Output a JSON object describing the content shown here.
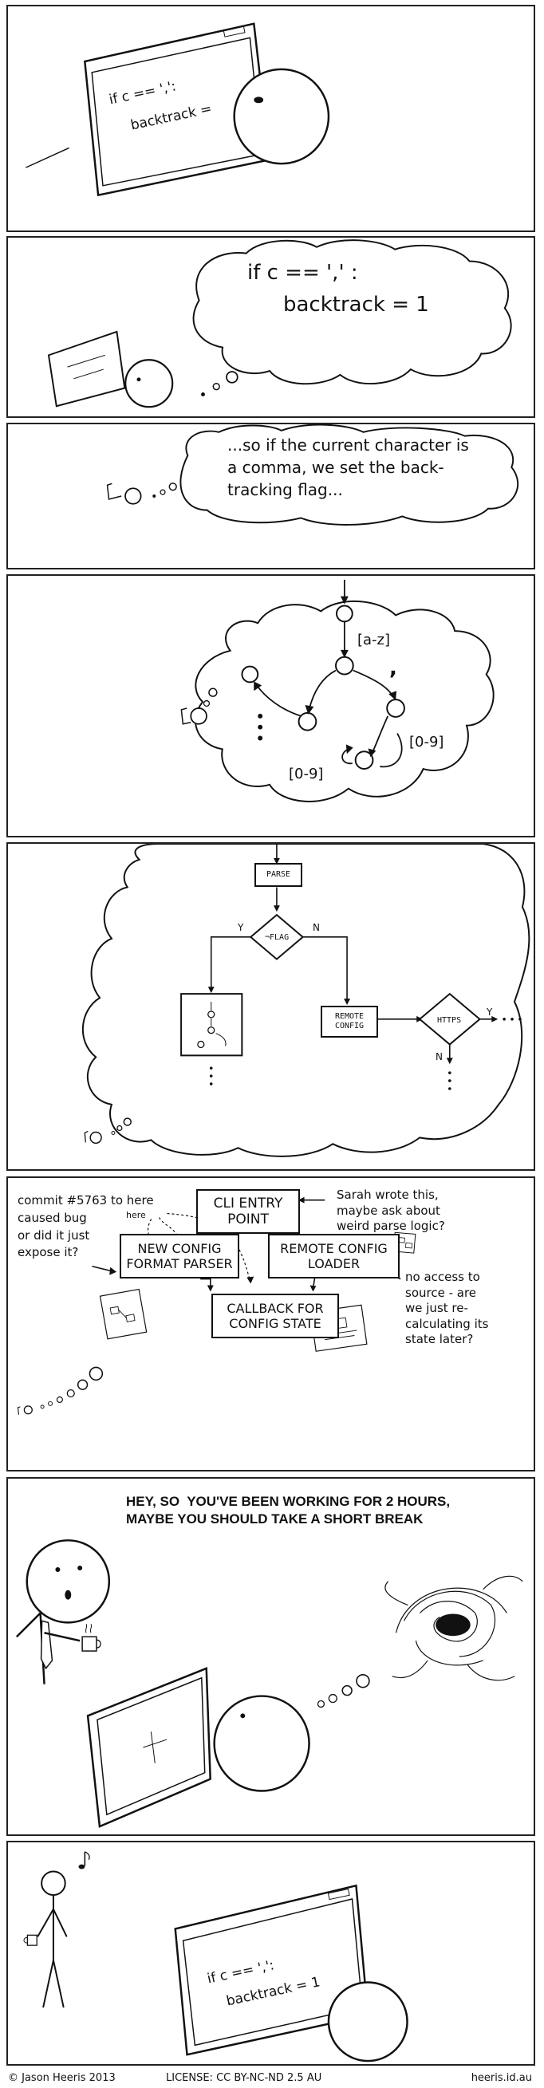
{
  "panel1": {
    "code_line1": "if c == ',':",
    "code_line2": "backtrack ="
  },
  "panel2": {
    "thought_line1": "if c == ',' :",
    "thought_line2": "backtrack = 1"
  },
  "panel3": {
    "thought_line1": "...so if the current character is",
    "thought_line2": "a comma, we set the back-",
    "thought_line3": "tracking flag..."
  },
  "panel4": {
    "label_az": "[a-z]",
    "label_comma": ",",
    "label_09_right": "[0-9]",
    "label_09_left": "[0-9]"
  },
  "panel5": {
    "parse": "PARSE",
    "flag": "¬FLAG",
    "yes": "Y",
    "no": "N",
    "remote_config": "REMOTE\nCONFIG",
    "https": "HTTPS",
    "yes2": "Y",
    "no2": "N"
  },
  "panel6": {
    "commit_note": "commit #5763 to here\ncaused bug\nor did it just\nexpose it?",
    "here_small": "here",
    "cli_entry": "CLI ENTRY\nPOINT",
    "sarah_note": "Sarah wrote this,\nmaybe ask about\nweird parse logic?",
    "new_config": "NEW CONFIG\nFORMAT PARSER",
    "remote_loader": "REMOTE CONFIG\nLOADER",
    "callback": "CALLBACK FOR\nCONFIG STATE",
    "no_access_note": "no access to\nsource - are\nwe just re-\ncalculating its\nstate later?"
  },
  "panel7": {
    "speech_line1": "HEY, SO  YOU'VE BEEN WORKING FOR 2 HOURS,",
    "speech_line2": "MAYBE YOU SHOULD TAKE A SHORT BREAK"
  },
  "panel8": {
    "code_line1": "if c == ',':",
    "code_line2": "backtrack = 1"
  },
  "footer": {
    "copyright": "© Jason Heeris 2013",
    "license": "LICENSE: CC BY-NC-ND 2.5 AU",
    "site": "heeris.id.au"
  }
}
